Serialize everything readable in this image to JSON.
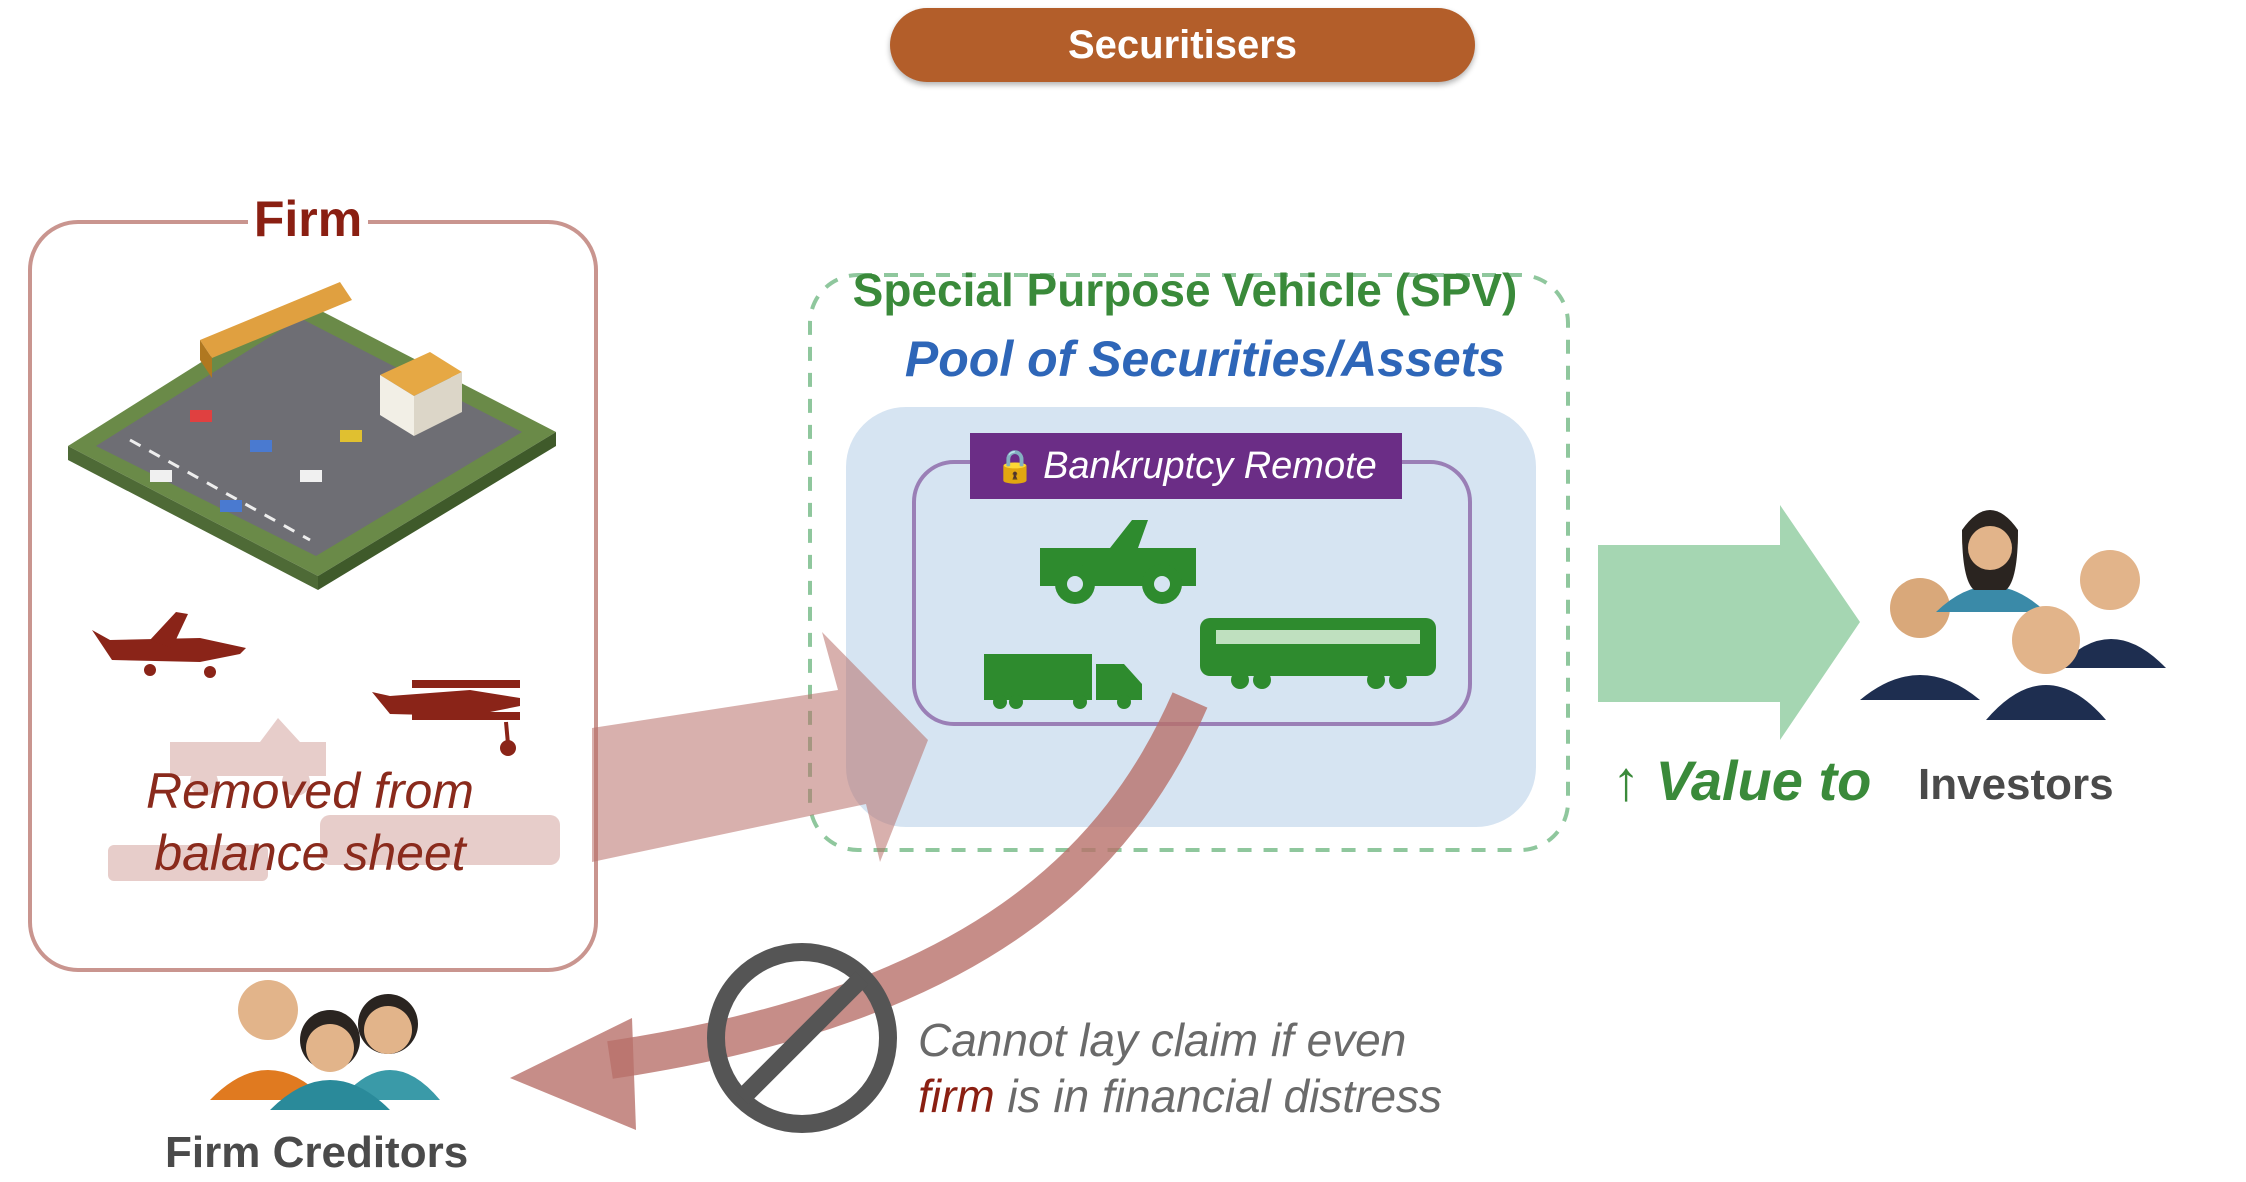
{
  "header": {
    "label": "Securitisers"
  },
  "firm": {
    "title": "Firm",
    "note_line1": "Removed from",
    "note_line2": "balance sheet"
  },
  "spv": {
    "title": "Special Purpose Vehicle (SPV)",
    "subtitle": "Pool of Securities/Assets",
    "badge": "Bankruptcy Remote",
    "badge_icon": "lock-icon",
    "assets": [
      "jeep-icon",
      "truck-icon",
      "train-car-icon"
    ]
  },
  "output": {
    "arrow_symbol": "↑",
    "value_label": "Value to",
    "recipient": "Investors"
  },
  "claim": {
    "line1": "Cannot lay claim if even",
    "line2_emph": "firm",
    "line2_rest": " is in financial distress"
  },
  "creditors": {
    "label": "Firm Creditors"
  },
  "colors": {
    "securitiser_pill": "#b35e2a",
    "firm_red": "#8a1f12",
    "spv_green": "#3a8a3a",
    "pool_blue": "#2e66b8",
    "badge_purple": "#6b2d86",
    "asset_green": "#2e8b2e",
    "flow_arrow": "#c08a85",
    "value_arrow": "#a5d6b2"
  }
}
